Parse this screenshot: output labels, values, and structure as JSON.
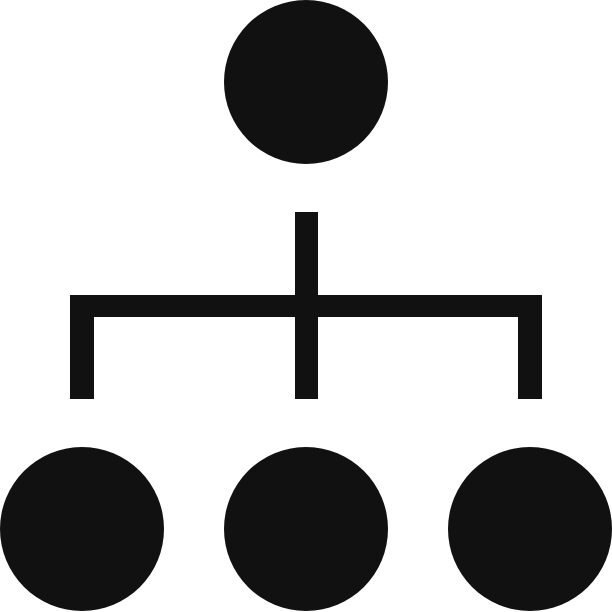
{
  "icon": {
    "name": "org-chart-icon",
    "fill_color": "#111111",
    "background_color": "#ffffff"
  },
  "hierarchy": {
    "root": {
      "name": "root-node"
    },
    "children": [
      {
        "name": "child-node-left"
      },
      {
        "name": "child-node-center"
      },
      {
        "name": "child-node-right"
      }
    ]
  }
}
